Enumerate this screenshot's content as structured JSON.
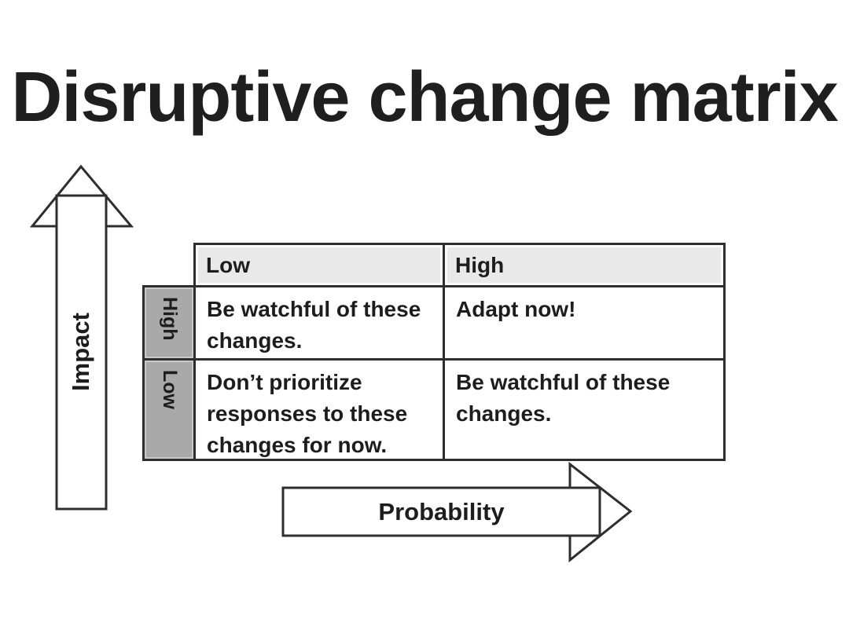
{
  "slide": {
    "title": "Disruptive change matrix"
  },
  "matrix": {
    "y_axis_label": "Impact",
    "x_axis_label": "Probability",
    "column_headers": [
      "Low",
      "High"
    ],
    "row_headers": [
      "High",
      "Low"
    ],
    "cells": {
      "high_impact_low_probability": "Be watchful of these changes.",
      "high_impact_high_probability": "Adapt now!",
      "low_impact_low_probability": "Don’t prioritize responses to these changes for now.",
      "low_impact_high_probability": "Be watchful of these changes."
    }
  },
  "colors": {
    "background": "#ffffff",
    "text": "#1d1d1d",
    "border": "#2e2e2e",
    "column_header_bg": "#e9e9e9",
    "row_header_bg": "#a9a9a9",
    "arrow_fill": "#ffffff",
    "arrow_stroke": "#2e2e2e"
  }
}
